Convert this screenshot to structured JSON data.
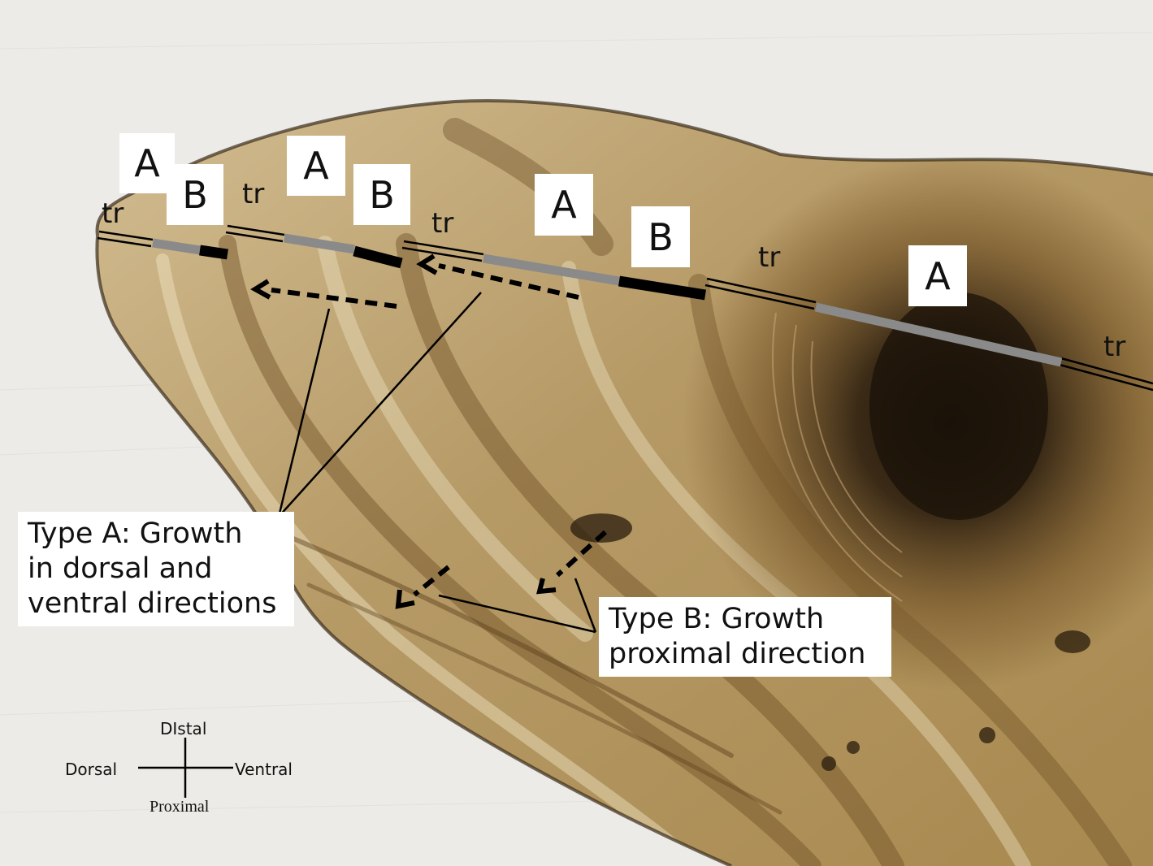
{
  "segment_labels": [
    {
      "id": "a1",
      "text": "A"
    },
    {
      "id": "b1",
      "text": "B"
    },
    {
      "id": "a2",
      "text": "A"
    },
    {
      "id": "b2",
      "text": "B"
    },
    {
      "id": "a3",
      "text": "A"
    },
    {
      "id": "b3",
      "text": "B"
    },
    {
      "id": "a4",
      "text": "A"
    }
  ],
  "transition_labels": [
    {
      "id": "tr1",
      "text": "tr"
    },
    {
      "id": "tr2",
      "text": "tr"
    },
    {
      "id": "tr3",
      "text": "tr"
    },
    {
      "id": "tr4",
      "text": "tr"
    },
    {
      "id": "tr5",
      "text": "tr"
    }
  ],
  "type_a_note": {
    "lines": [
      "Type A: Growth",
      "in dorsal and",
      "ventral directions"
    ]
  },
  "type_b_note": {
    "lines": [
      "Type B: Growth",
      "proximal direction"
    ]
  },
  "compass": {
    "top": "DIstal",
    "left": "Dorsal",
    "right": "Ventral",
    "bottom": "Proximal"
  },
  "colors": {
    "background": "#ecebe7",
    "tissue_light": "#d8c49a",
    "tissue_dark": "#7a5a2c",
    "core": "#1e140a",
    "segment_A": "#8a8a8a",
    "segment_B": "#000000"
  }
}
